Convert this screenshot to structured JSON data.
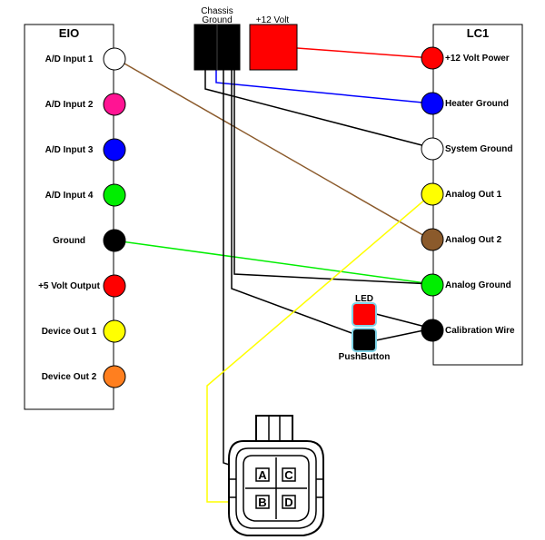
{
  "eio": {
    "title": "EIO",
    "pins": [
      {
        "label": "A/D Input 1",
        "color": "#ffffff"
      },
      {
        "label": "A/D Input 2",
        "color": "#ff1493"
      },
      {
        "label": "A/D Input 3",
        "color": "#0000ff"
      },
      {
        "label": "A/D Input 4",
        "color": "#00ee00"
      },
      {
        "label": "Ground",
        "color": "#000000"
      },
      {
        "label": "+5 Volt Output",
        "color": "#ff0000"
      },
      {
        "label": "Device Out 1",
        "color": "#ffff00"
      },
      {
        "label": "Device Out 2",
        "color": "#ff7f1f"
      }
    ]
  },
  "lc1": {
    "title": "LC1",
    "pins": [
      {
        "label": "+12 Volt Power",
        "color": "#ff0000"
      },
      {
        "label": "Heater Ground",
        "color": "#0000ff"
      },
      {
        "label": "System Ground",
        "color": "#ffffff"
      },
      {
        "label": "Analog Out 1",
        "color": "#ffff00"
      },
      {
        "label": "Analog Out 2",
        "color": "#8b5a2b"
      },
      {
        "label": "Analog Ground",
        "color": "#00ee00"
      },
      {
        "label": "Calibration Wire",
        "color": "#000000"
      }
    ]
  },
  "power": {
    "chassis_label_line1": "Chassis",
    "chassis_label_line2": "Ground",
    "volt_label": "+12 Volt",
    "chassis_color": "#000000",
    "volt_color": "#ff0000"
  },
  "switch": {
    "led_label": "LED",
    "button_label": "PushButton",
    "led_color": "#ff0000",
    "button_color": "#000000",
    "highlight_color": "#7fd4e8"
  },
  "connector": {
    "pins": [
      "A",
      "C",
      "B",
      "D"
    ]
  },
  "wire_colors": {
    "brown": "#8b5a2b",
    "green": "#00ee00",
    "red": "#ff0000",
    "blue": "#0000ff",
    "black": "#000000",
    "yellow": "#ffff00"
  }
}
